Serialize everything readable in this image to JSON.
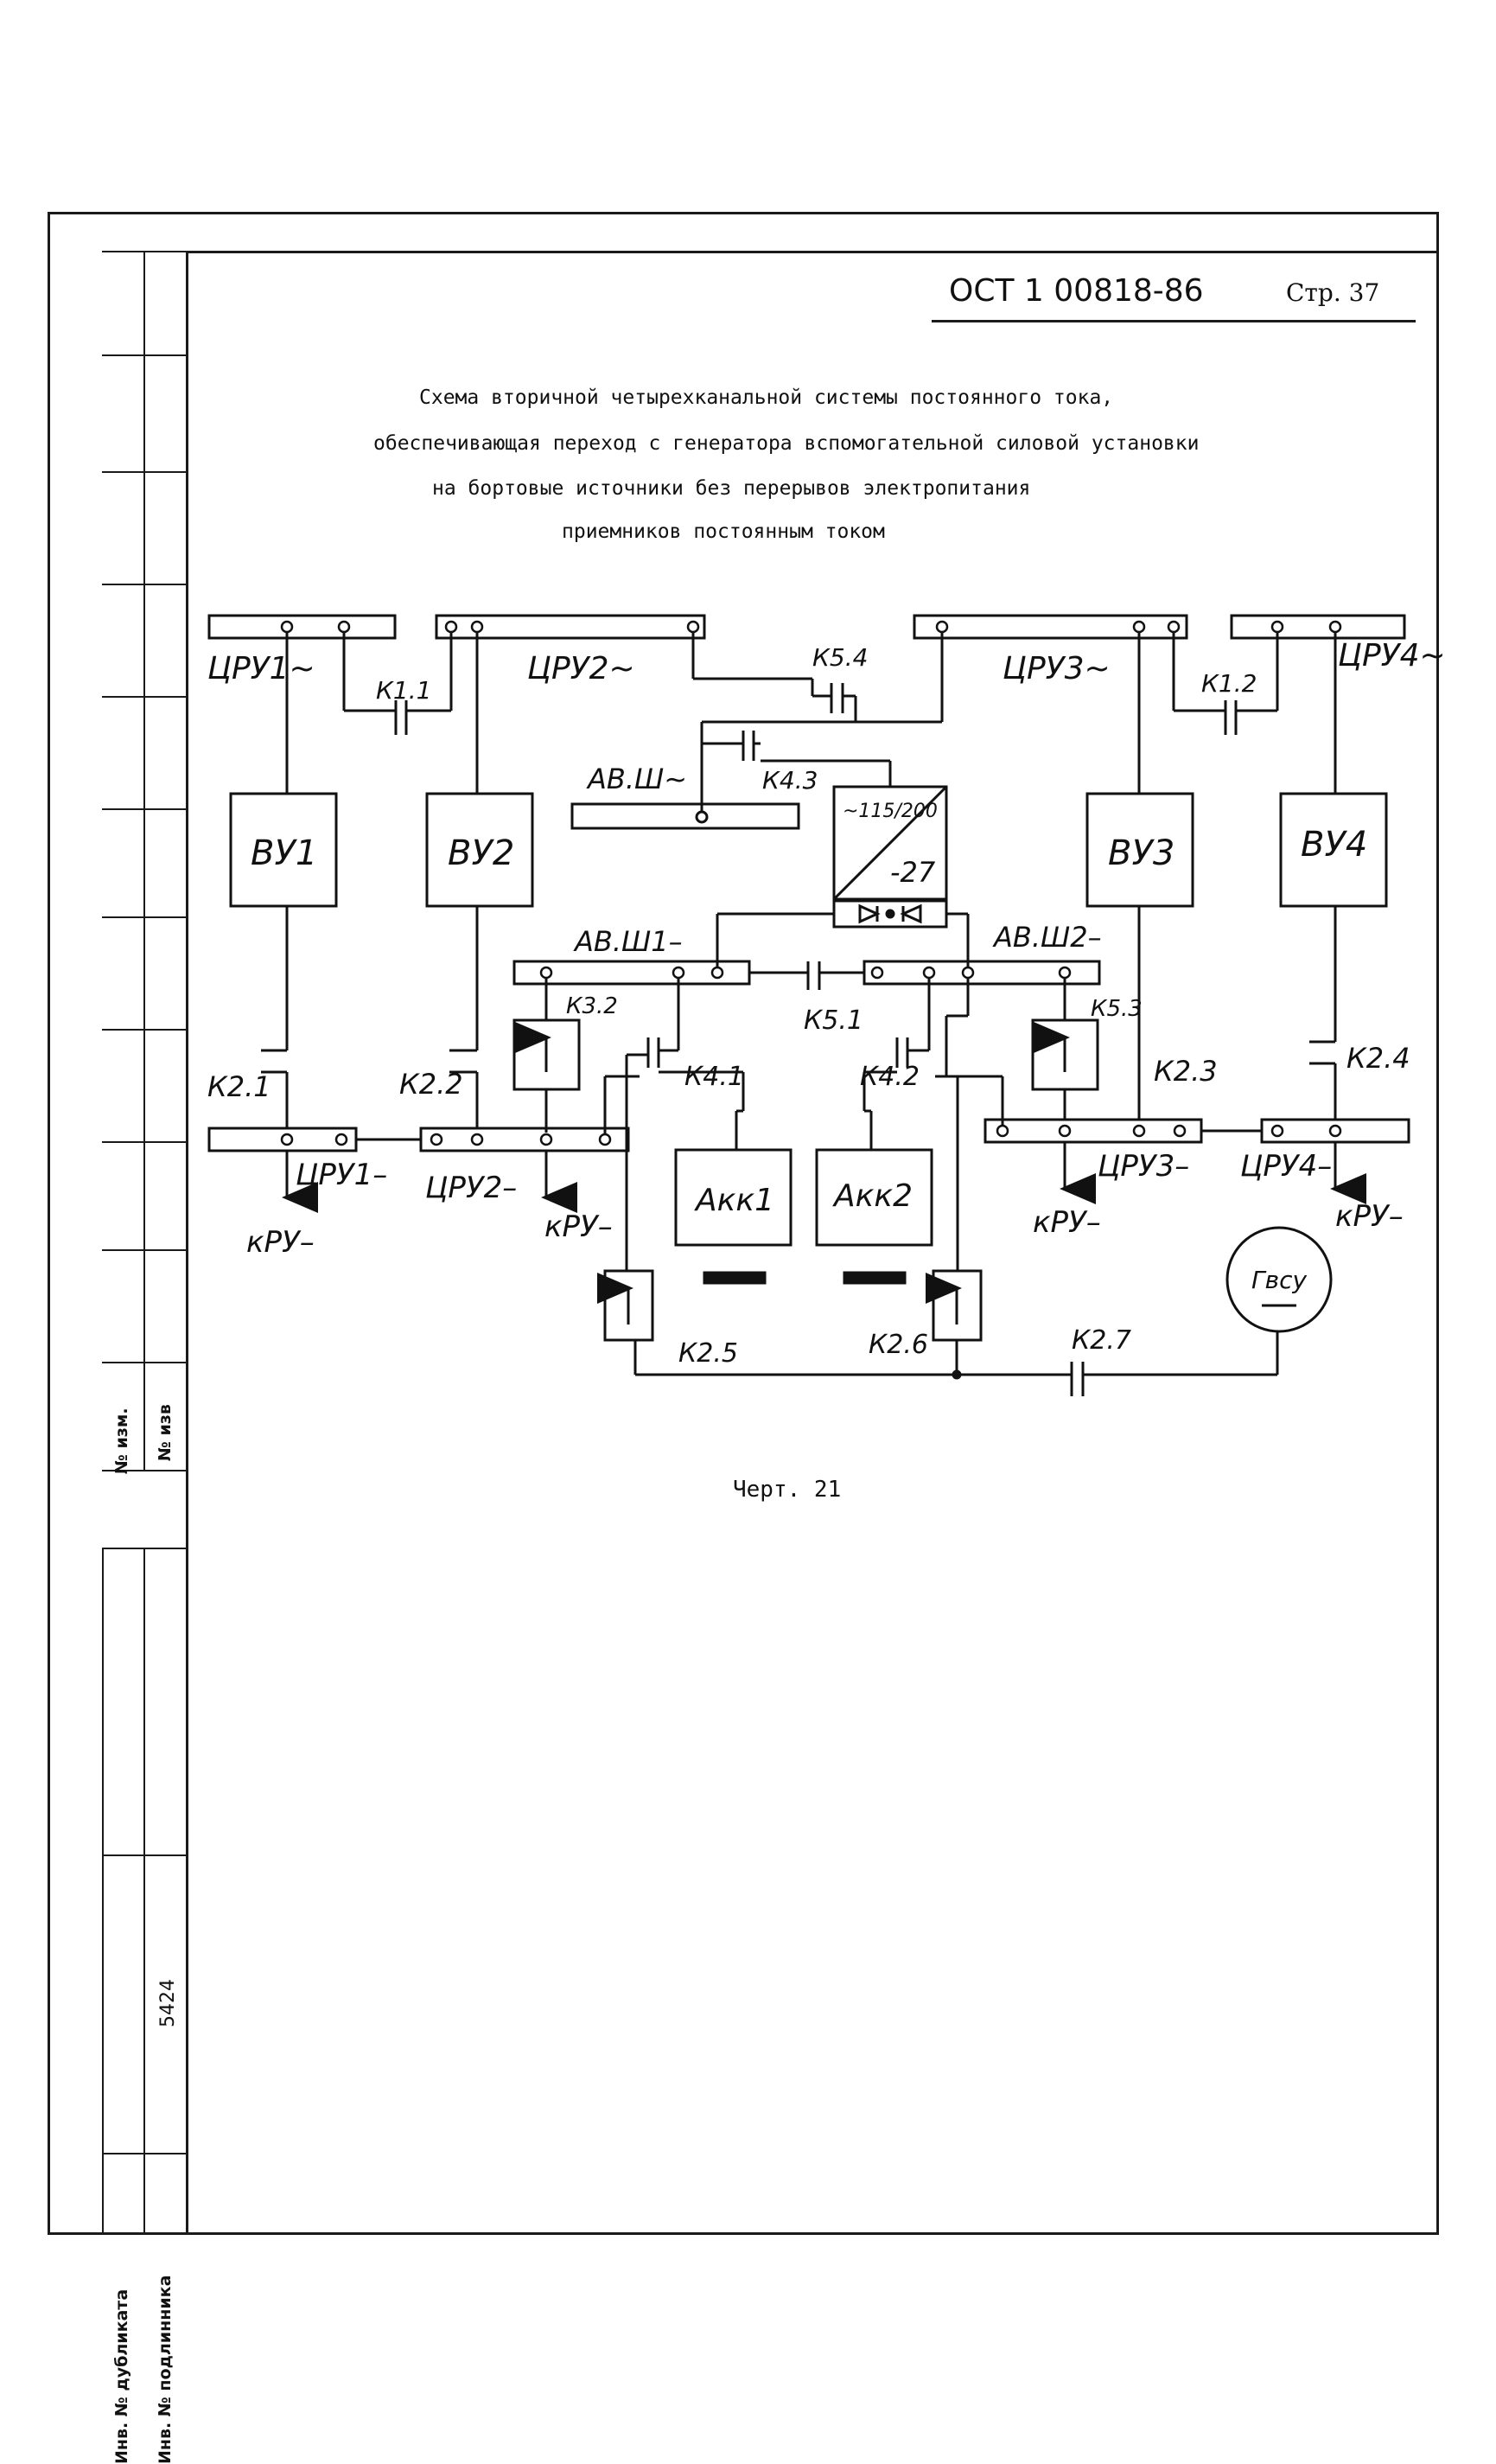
{
  "header": {
    "doc_code": "ОСТ 1 00818-86",
    "page_label": "Стр. 37"
  },
  "title_lines": [
    "Схема вторичной четырехканальной системы постоянного тока,",
    "обеспечивающая переход с генератора вспомогательной силовой установки",
    "на бортовые источники без перерывов электропитания",
    "приемников постоянным током"
  ],
  "caption": "Черт. 21",
  "sidebar": {
    "change_no": "№ изм.",
    "notice_no": "№ изв",
    "dup_inv": "Инв. № дубликата",
    "orig_inv": "Инв. № подлинника",
    "orig_inv_value": "5424"
  },
  "diagram": {
    "ac_buses": [
      "ЦРУ1~",
      "ЦРУ2~",
      "ЦРУ3~",
      "ЦРУ4~"
    ],
    "ac_ground_bus": "АВ.Ш~",
    "rectifiers": [
      "ВУ1",
      "ВУ2",
      "ВУ3",
      "ВУ4"
    ],
    "converter": {
      "top": "~115/200",
      "bottom": "-27"
    },
    "dc_ground_buses": [
      "АВ.Ш1–",
      "АВ.Ш2–"
    ],
    "dc_buses": [
      "ЦРУ1–",
      "ЦРУ2–",
      "ЦРУ3–",
      "ЦРУ4–"
    ],
    "distribution": "кРУ–",
    "batteries": [
      "Акк1",
      "Акк2"
    ],
    "apu_generator": "Гвсу",
    "contactors": [
      "К1.1",
      "К1.2",
      "К5.4",
      "К4.3",
      "К3.2",
      "К5.1",
      "К5.3",
      "К4.1",
      "К4.2",
      "К2.1",
      "К2.2",
      "К2.3",
      "К2.4",
      "К2.5",
      "К2.6",
      "К2.7"
    ]
  }
}
